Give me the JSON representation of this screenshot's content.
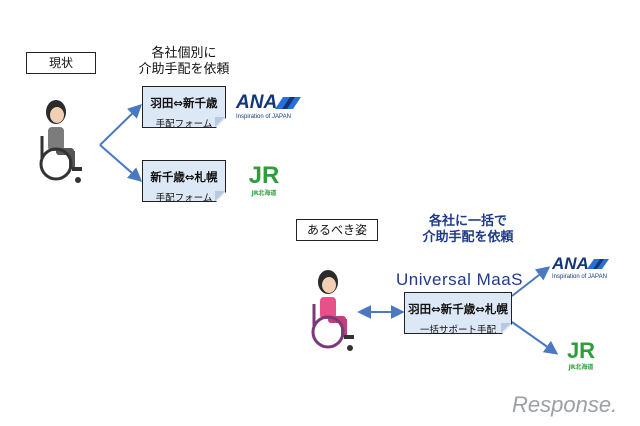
{
  "current": {
    "label": "現状",
    "caption_line1": "各社個別に",
    "caption_line2": "介助手配を依頼",
    "box1": {
      "route": "羽田⇔新千歳",
      "form": "手配フォーム"
    },
    "box2": {
      "route": "新千歳⇔札幌",
      "form": "手配フォーム"
    }
  },
  "ideal": {
    "label": "あるべき姿",
    "caption_line1": "各社に一括で",
    "caption_line2": "介助手配を依頼",
    "platform": "Universal MaaS",
    "box": {
      "route": "羽田⇔新千歳⇔札幌",
      "support": "一括サポート手配"
    }
  },
  "logos": {
    "ana_mark": "ANA",
    "ana_tagline": "Inspiration of JAPAN",
    "jr_mark": "JR",
    "jr_caption": "JR北海道"
  },
  "watermark": "Response."
}
